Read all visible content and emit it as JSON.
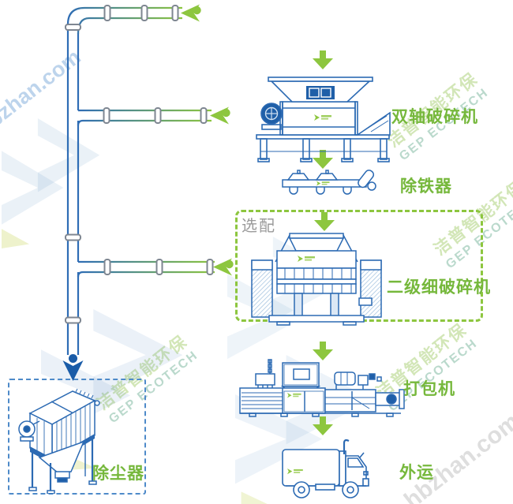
{
  "stages": {
    "shredder": {
      "label": "双轴破碎机"
    },
    "iron_remover": {
      "label": "除铁器"
    },
    "fine_shredder": {
      "label": "二级细破碎机",
      "optional": "选配"
    },
    "baler": {
      "label": "打包机"
    },
    "transport": {
      "label": "外运"
    },
    "dust_collector": {
      "label": "除尘器"
    }
  },
  "watermarks": {
    "site": "hbzhan.com",
    "brand_cn": "洁普智能环保",
    "brand_en": "GEP ECOTECH"
  },
  "colors": {
    "machine_line_blue": "#2c6ab3",
    "dark_blue": "#1a5ca8",
    "arrow_green": "#8dc63f",
    "label_green": "#76b83c",
    "optional_gray": "#9a9a9a",
    "dust_box_dash_blue": "#4e8ac9",
    "coupling_gray": "#7e8691"
  }
}
